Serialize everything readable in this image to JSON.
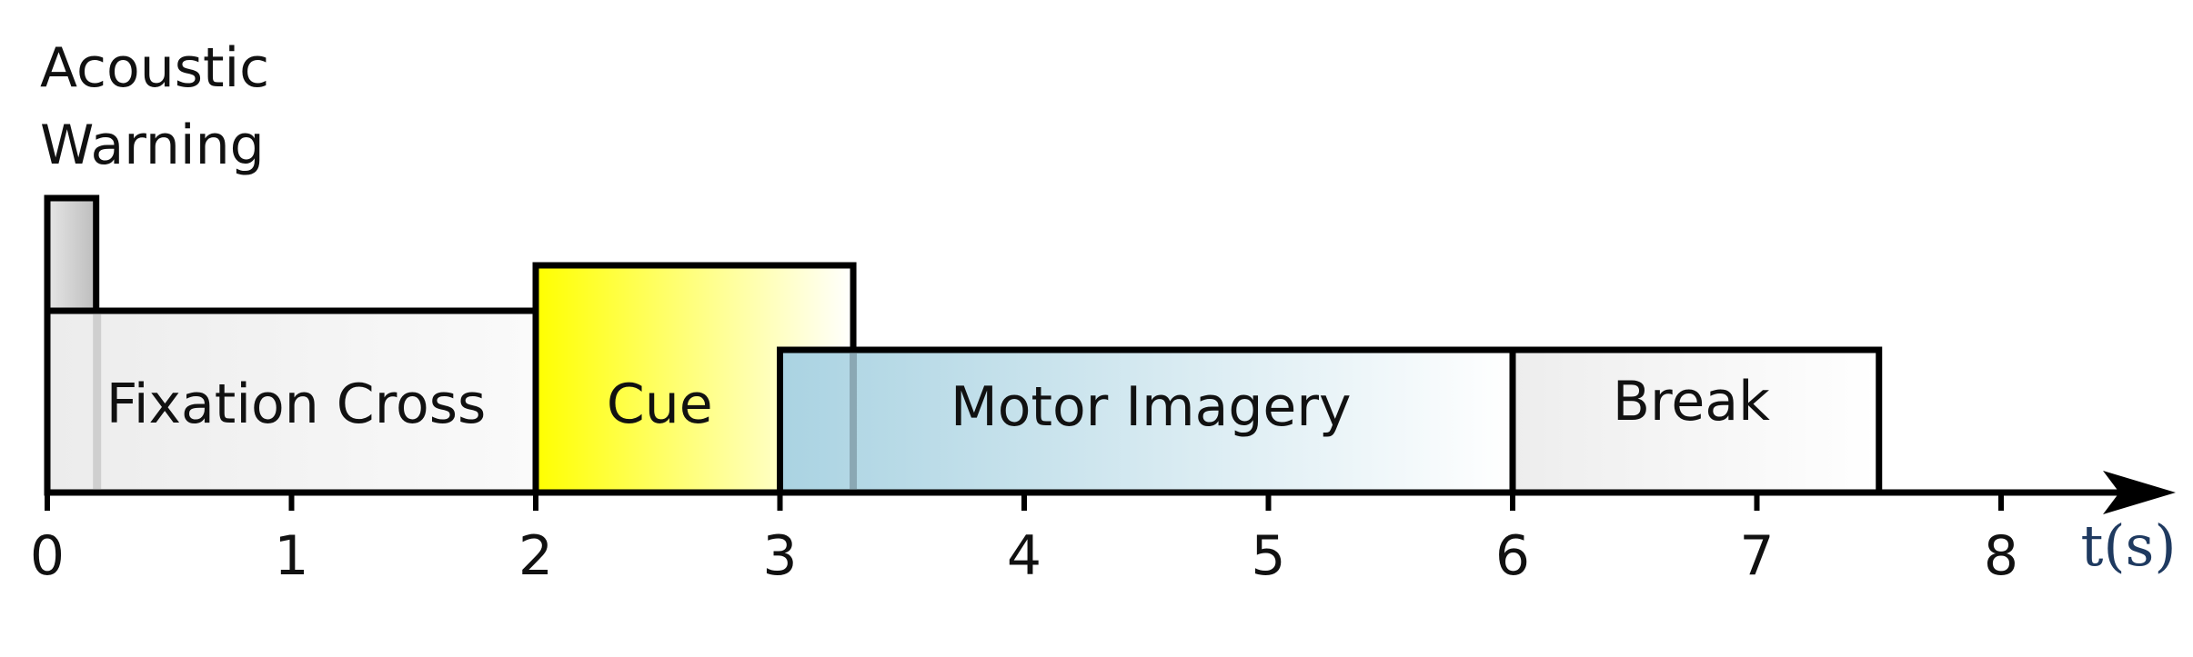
{
  "warning": {
    "line1": "Acoustic",
    "line2": "Warning",
    "start": 0,
    "end": 0.2
  },
  "segments": [
    {
      "id": "fixation",
      "label": "Fixation Cross",
      "start": 0,
      "end": 2,
      "color_start": "#ececec",
      "color_end": "#fafafa"
    },
    {
      "id": "cue",
      "label": "Cue",
      "start": 2,
      "end": 3.3,
      "color_start": "#ffff00",
      "color_end": "#ffffff"
    },
    {
      "id": "motor",
      "label": "Motor Imagery",
      "start": 3,
      "end": 6,
      "color_start": "#aad3e2",
      "color_end": "#ffffff"
    },
    {
      "id": "break",
      "label": "Break",
      "start": 6,
      "end": 7.5,
      "color_start": "#ededed",
      "color_end": "#ffffff"
    }
  ],
  "axis": {
    "ticks": [
      "0",
      "1",
      "2",
      "3",
      "4",
      "5",
      "6",
      "7",
      "8"
    ],
    "unit_label": "t(s)"
  }
}
